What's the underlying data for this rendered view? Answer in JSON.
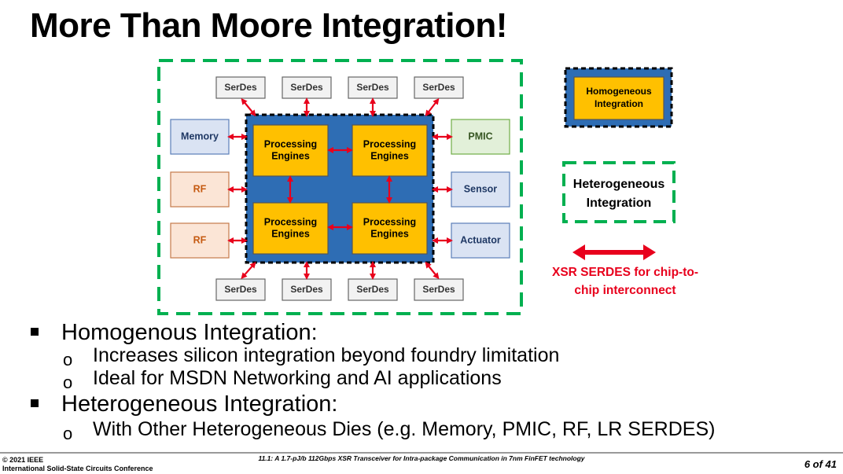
{
  "slide": {
    "title": "More Than Moore Integration!"
  },
  "diagram": {
    "serdes_label": "SerDes",
    "processing_label_line1": "Processing",
    "processing_label_line2": "Engines",
    "left_blocks": [
      "Memory",
      "RF",
      "RF"
    ],
    "right_blocks": [
      "PMIC",
      "Sensor",
      "Actuator"
    ],
    "colors": {
      "substrate": "#2e6db4",
      "engine": "#ffc000",
      "hetero_border": "#00b050",
      "arrow": "#e8001c",
      "serdes_fill": "#f2f2f2",
      "memory_fill": "#dae3f3",
      "rf_fill": "#fbe5d6",
      "pmic_fill": "#e2f0d9",
      "sensor_fill": "#dae3f3"
    }
  },
  "legend": {
    "homogeneous_line1": "Homogeneous",
    "homogeneous_line2": "Integration",
    "heterogeneous_line1": "Heterogeneous",
    "heterogeneous_line2": "Integration",
    "xsr_line1": "XSR SERDES for chip-to-",
    "xsr_line2": "chip interconnect"
  },
  "bullets": [
    {
      "text": "Homogenous Integration:",
      "subs": [
        "Increases silicon integration beyond foundry limitation",
        "Ideal for MSDN Networking and AI applications"
      ]
    },
    {
      "text": "Heterogeneous Integration:",
      "subs": [
        "With Other Heterogeneous Dies (e.g. Memory, PMIC, RF, LR SERDES)"
      ]
    }
  ],
  "footer": {
    "copyright": "© 2021 IEEE",
    "conference": "International Solid-State Circuits Conference",
    "paper": "11.1: A 1.7-pJ/b 112Gbps XSR Transceiver for Intra-package Communication in 7nm FinFET technology",
    "page": "6 of 41"
  }
}
